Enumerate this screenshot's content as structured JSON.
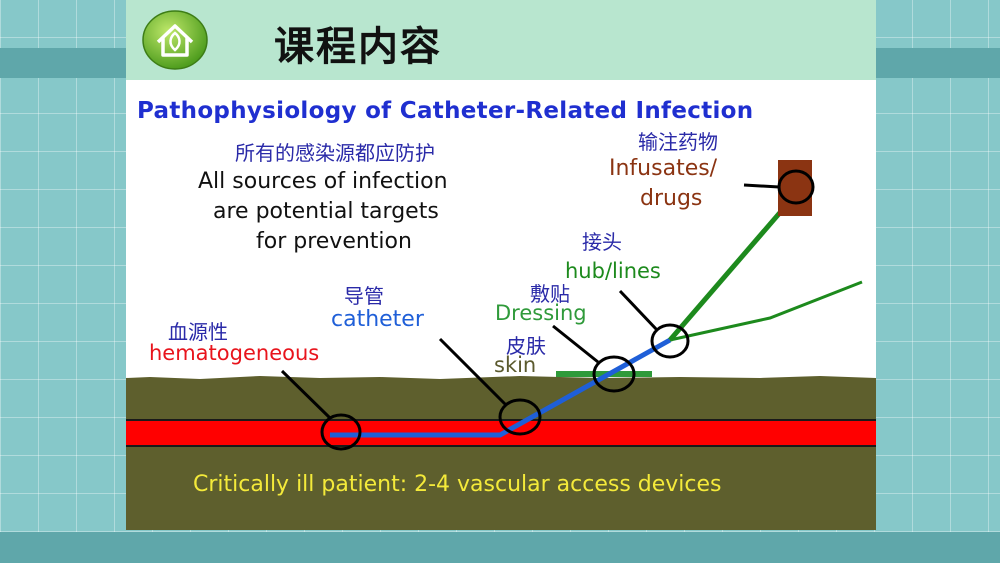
{
  "header": {
    "title": "课程内容",
    "logo_icon": "house-leaf-icon"
  },
  "diagram": {
    "heading": "Pathophysiology of Catheter-Related Infection",
    "intro_cn": "所有的感染源都应防护",
    "intro_en": [
      "All sources of infection",
      "are potential targets",
      "for prevention"
    ],
    "sites": {
      "infusates": {
        "cn": "输注药物",
        "en": [
          "Infusates/",
          "drugs"
        ]
      },
      "hub": {
        "cn": "接头",
        "en": "hub/lines"
      },
      "dressing": {
        "cn": "敷贴",
        "en": "Dressing"
      },
      "skin": {
        "cn": "皮肤",
        "en": "skin"
      },
      "catheter": {
        "cn": "导管",
        "en": "catheter"
      },
      "hematogenous": {
        "cn": "血源性",
        "en": "hematogeneous"
      }
    },
    "footer": "Critically ill patient: 2-4 vascular access devices",
    "colors": {
      "heading": "#1f2fd0",
      "hematogenous": "#e8141c",
      "catheter": "#1f5fd8",
      "dressing": "#2f9a3a",
      "skin": "#5b5a2e",
      "infusates": "#8b3412",
      "tissue": "#5e5f2d",
      "vessel": "#ff0000",
      "footer": "#f4ea3a"
    }
  }
}
